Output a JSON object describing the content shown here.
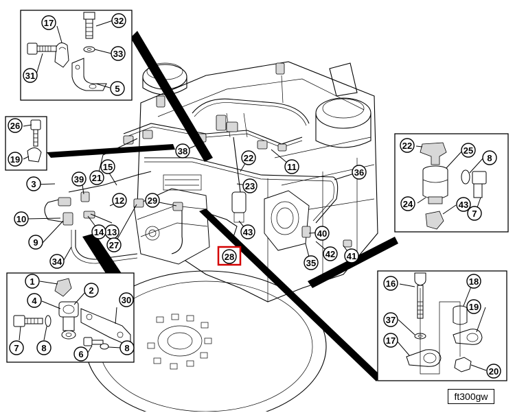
{
  "figure": {
    "reference_code": "ft300gw",
    "highlight_color": "#d40000",
    "highlighted_callout": "28"
  },
  "callouts": {
    "inset_top_left": [
      "17",
      "32",
      "33",
      "31",
      "5"
    ],
    "inset_left": [
      "26",
      "19"
    ],
    "inset_bottom_left": [
      "1",
      "2",
      "4",
      "30",
      "7",
      "8",
      "6",
      "8"
    ],
    "inset_right_upper": [
      "22",
      "25",
      "8",
      "24",
      "43",
      "7"
    ],
    "inset_right_lower": [
      "16",
      "18",
      "37",
      "19",
      "17",
      "20"
    ],
    "main_engine": [
      "38",
      "22",
      "11",
      "15",
      "21",
      "39",
      "3",
      "12",
      "29",
      "23",
      "36",
      "10",
      "13",
      "27",
      "14",
      "9",
      "34",
      "43",
      "40",
      "28",
      "42",
      "41",
      "35"
    ]
  },
  "icons": {
    "callout_shape": "circled-number-icon",
    "pointer_shape": "wedge-pointer-icon"
  }
}
